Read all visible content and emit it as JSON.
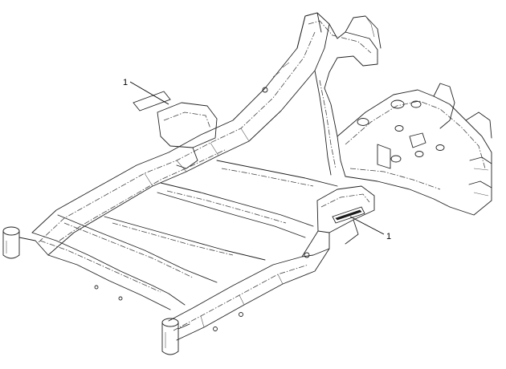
{
  "diagram": {
    "callouts": [
      {
        "label": "1",
        "target": "decal-left-rear"
      },
      {
        "label": "1",
        "target": "decal-right-front"
      }
    ],
    "colors": {
      "line": "#222222",
      "background": "#ffffff"
    }
  }
}
